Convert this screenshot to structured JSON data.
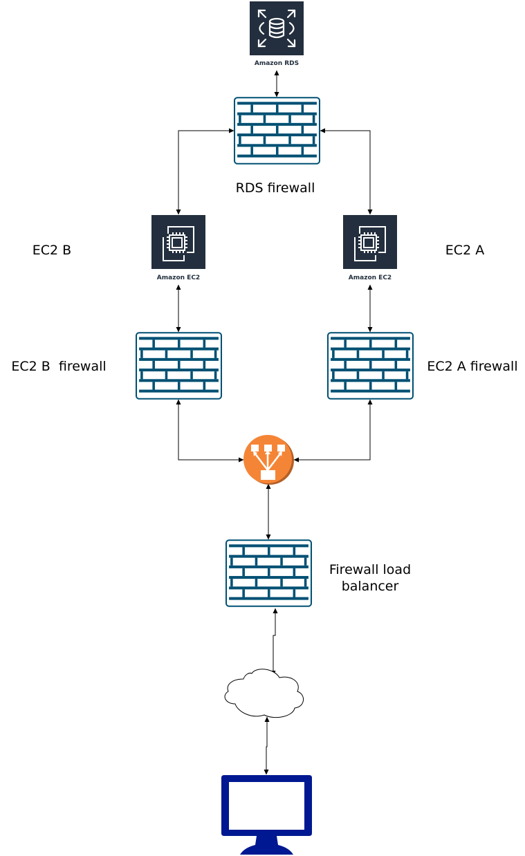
{
  "nodes": {
    "rds": {
      "label": "Amazon RDS",
      "icon": "rds-database-icon"
    },
    "rds_firewall": {
      "label": "RDS firewall",
      "icon": "firewall-brick-icon"
    },
    "ec2_b": {
      "service_label": "Amazon EC2",
      "name": "EC2 B",
      "icon": "ec2-chip-icon"
    },
    "ec2_a": {
      "service_label": "Amazon EC2",
      "name": "EC2 A",
      "icon": "ec2-chip-icon"
    },
    "ec2_b_firewall": {
      "label": "EC2 B  firewall",
      "icon": "firewall-brick-icon"
    },
    "ec2_a_firewall": {
      "label": "EC2 A firewall",
      "icon": "firewall-brick-icon"
    },
    "load_balancer": {
      "label": "",
      "icon": "elastic-load-balancer-icon"
    },
    "firewall_lb": {
      "label_lines": [
        "Firewall load",
        "balancer"
      ],
      "icon": "firewall-brick-icon"
    },
    "internet": {
      "label": "",
      "icon": "cloud-icon"
    },
    "client": {
      "label": "",
      "icon": "monitor-icon"
    }
  },
  "colors": {
    "aws_dark": "#232F3E",
    "firewall": "#005073",
    "firewall_fill": "#ffffff",
    "load_balancer": "#F58536",
    "load_balancer_shadow": "#B35F26",
    "monitor": "#001891",
    "connector": "#000000"
  }
}
